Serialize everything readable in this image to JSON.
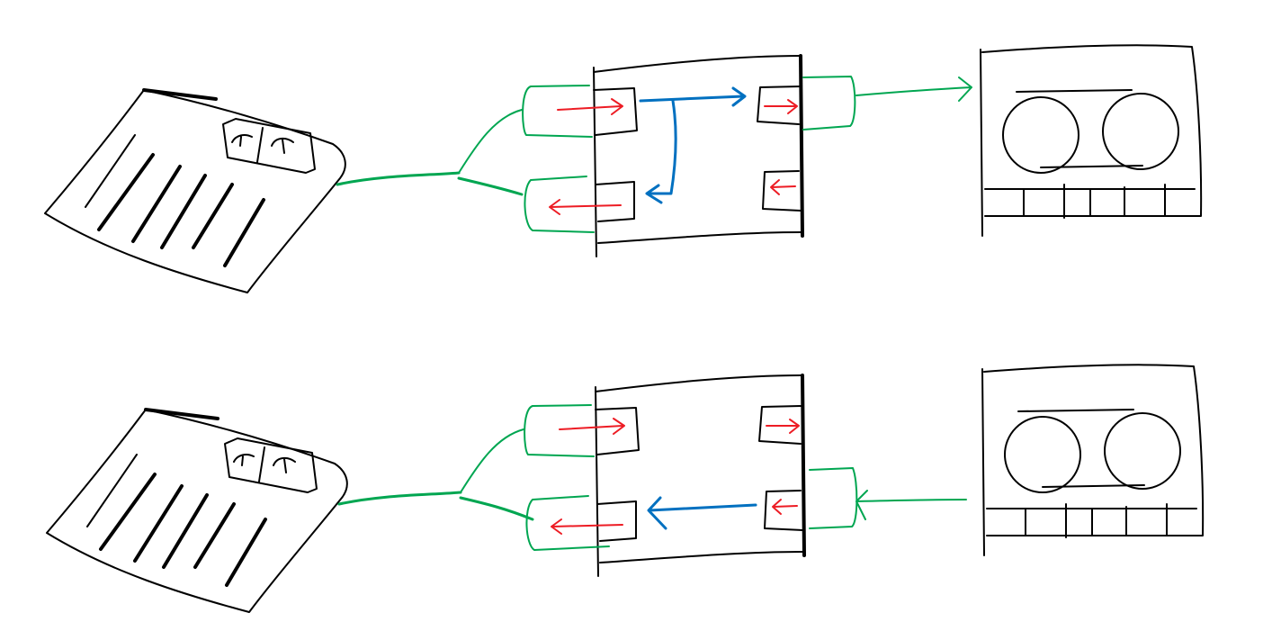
{
  "colors": {
    "ink": "#000000",
    "wire": "#00a651",
    "signal": "#ed1c24",
    "route": "#0070c0",
    "background": "#ffffff"
  },
  "diagrams": [
    {
      "name": "top",
      "route_direction": "input-to-output"
    },
    {
      "name": "bottom",
      "route_direction": "output-to-input"
    }
  ]
}
